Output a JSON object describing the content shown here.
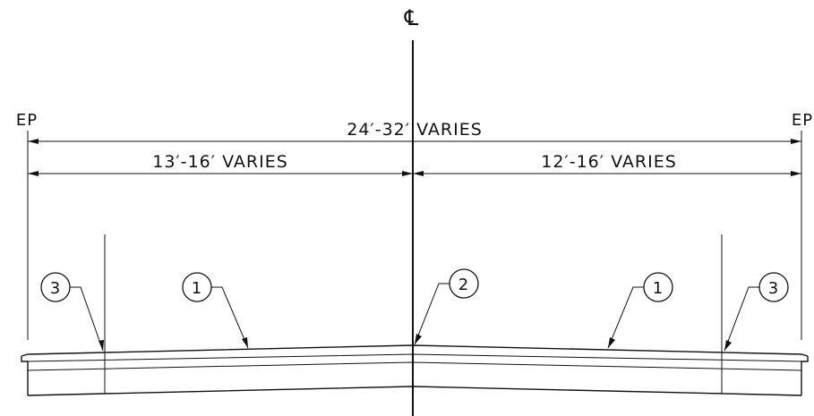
{
  "drawing": {
    "centerline_symbol": "℄",
    "left_edge_label": "EP",
    "right_edge_label": "EP",
    "overall_width": "24′-32′ VARIES",
    "left_width": "13′-16′ VARIES",
    "right_width": "12′-16′ VARIES",
    "callouts": [
      {
        "id": "callout-3-left",
        "number": "3"
      },
      {
        "id": "callout-1-left",
        "number": "1"
      },
      {
        "id": "callout-2-center",
        "number": "2"
      },
      {
        "id": "callout-1-right",
        "number": "1"
      },
      {
        "id": "callout-3-right",
        "number": "3"
      }
    ],
    "colors": {
      "line": "#111111",
      "background": "#ffffff"
    }
  }
}
